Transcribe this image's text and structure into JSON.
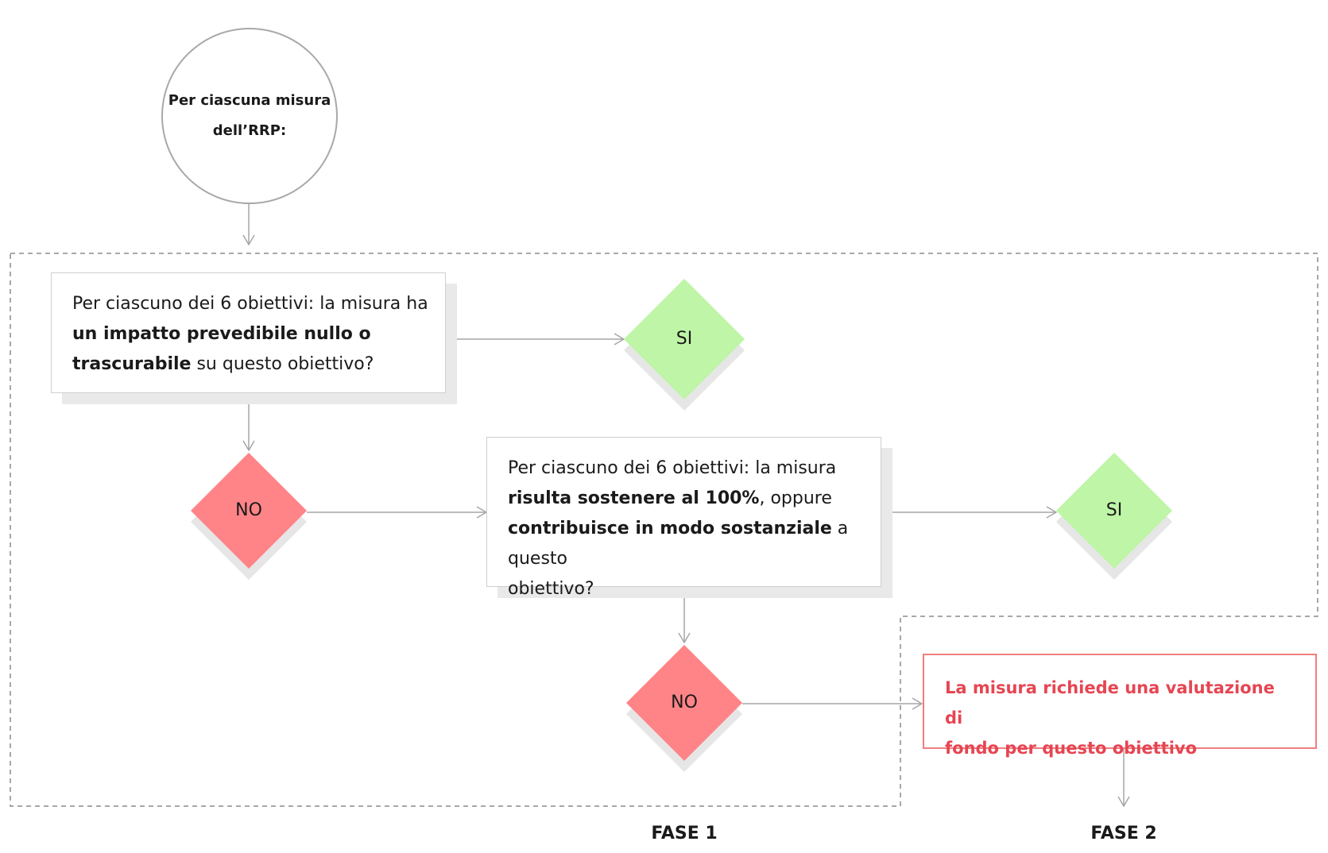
{
  "start": {
    "line1": "Per ciascuna misura",
    "line2": "dell’RRP:"
  },
  "question1": {
    "lines": [
      [
        "Per ciascuno dei 6 obiettivi: la misura ha",
        ""
      ],
      [
        "",
        "un impatto prevedibile nullo o"
      ],
      [
        "trascurabile",
        " su questo obiettivo?"
      ]
    ],
    "l1": "Per ciascuno dei 6 obiettivi: la misura ha",
    "l2_bold": "un impatto prevedibile nullo o",
    "l3_bold": "trascurabile",
    "l3_rest": " su questo obiettivo?"
  },
  "question2": {
    "l1": "Per ciascuno dei 6 obiettivi: la misura",
    "l2_bold": "risulta sostenere al 100%",
    "l2_rest": ", oppure",
    "l3_bold": "contribuisce in modo sostanziale",
    "l3_rest": " a questo",
    "l4": "obiettivo?"
  },
  "result": {
    "l1": "La misura richiede una valutazione di",
    "l2": "fondo per questo obiettivo"
  },
  "decisions": {
    "yes1": "SI",
    "no1": "NO",
    "yes2": "SI",
    "no2": "NO"
  },
  "phases": {
    "fase1": "FASE 1",
    "fase2": "FASE 2"
  },
  "colors": {
    "yes": "#bef5a6",
    "no": "#ff8487",
    "result_text": "#e64552",
    "result_border": "#ef7f80",
    "connector": "#a6a6a6",
    "dashed_border": "#8c8c8c",
    "shadow": "#e9e9e9"
  }
}
